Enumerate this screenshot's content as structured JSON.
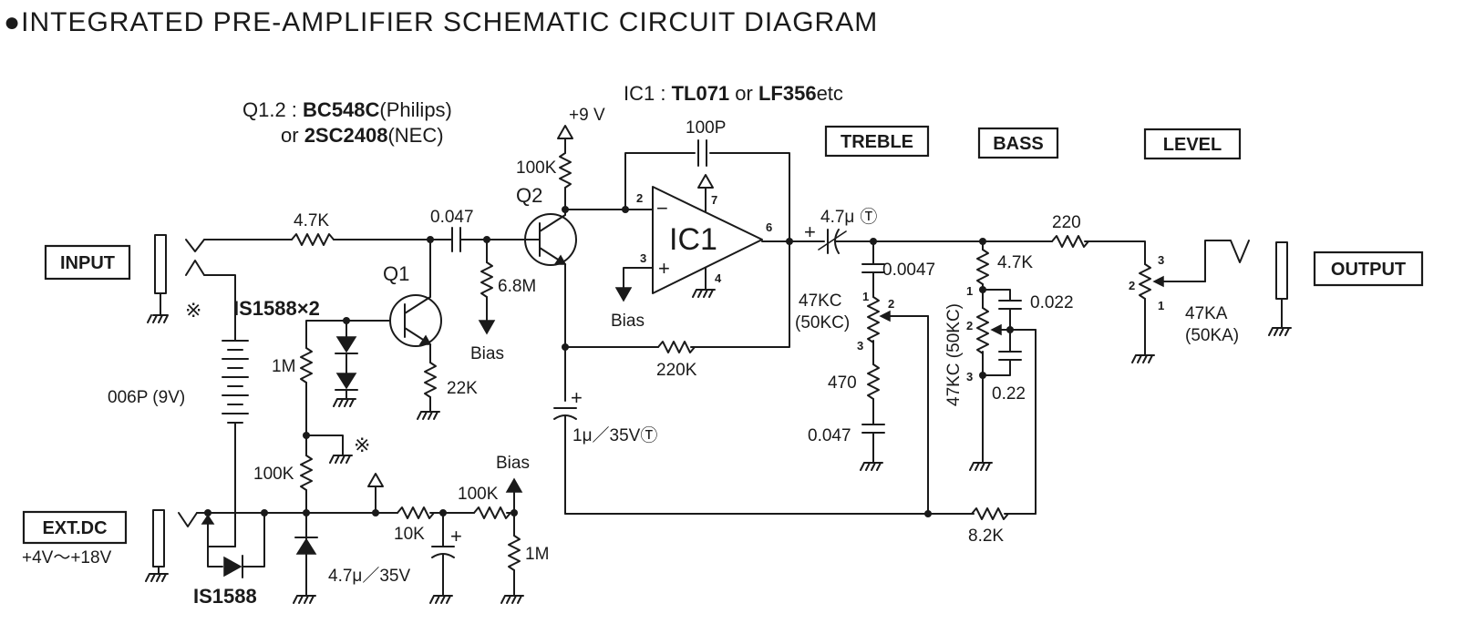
{
  "title": "●INTEGRATED PRE-AMPLIFIER SCHEMATIC CIRCUIT DIAGRAM",
  "boxes": {
    "input": "INPUT",
    "output": "OUTPUT",
    "ext_dc": "EXT.DC",
    "treble": "TREBLE",
    "bass": "BASS",
    "level": "LEVEL"
  },
  "notes": {
    "q12_prefix": "Q1.2 : ",
    "q12_part": "BC548C",
    "q12_brand": "(Philips)",
    "q12_or": "or ",
    "q12_alt": "2SC2408",
    "q12_alt_brand": "(NEC)",
    "ic1_prefix": "IC1 : ",
    "ic1_part": "TL071",
    "ic1_or": " or ",
    "ic1_alt": "LF356",
    "ic1_etc": "etc",
    "diodes": "IS1588",
    "diodes_count": "×2",
    "diode_ext": "IS1588",
    "dc_range": "+4V～+18V",
    "asterisk": "※"
  },
  "labels": {
    "v9": "+9 V",
    "r100k_top": "100K",
    "c100p": "100P",
    "r47k_in": "4.7K",
    "c0047_in": "0.047",
    "r68m": "6.8M",
    "bias1": "Bias",
    "bias2": "Bias",
    "bias3": "Bias",
    "q1": "Q1",
    "q2": "Q2",
    "ic1": "IC1",
    "r1m_q1": "1M",
    "r22k": "22K",
    "battery": "006P (9V)",
    "r100k_mid": "100K",
    "r10k": "10K",
    "r100k_bias": "100K",
    "r1m_bias": "1M",
    "c47u35": "4.7μ／35V",
    "c1u35": "1μ／35V",
    "tant_mark": "Ⓣ",
    "r220k": "220K",
    "c47u_out": "4.7μ",
    "c00047": "0.0047",
    "pot_treble": "47KC",
    "pot_treble_alt": "(50KC)",
    "r470": "470",
    "c047_treble": "0.047",
    "r47k_bass": "4.7K",
    "c0022": "0.022",
    "pot_bass": "47KC (50KC)",
    "c022": "0.22",
    "r220": "220",
    "pot_level": "47KA",
    "pot_level_alt": "(50KA)",
    "r82k": "8.2K",
    "plus": "+",
    "minus": "−",
    "pin2": "2",
    "pin3": "3",
    "pin4": "4",
    "pin6": "6",
    "pin7": "7",
    "p1": "1",
    "p2": "2",
    "p3": "3"
  }
}
